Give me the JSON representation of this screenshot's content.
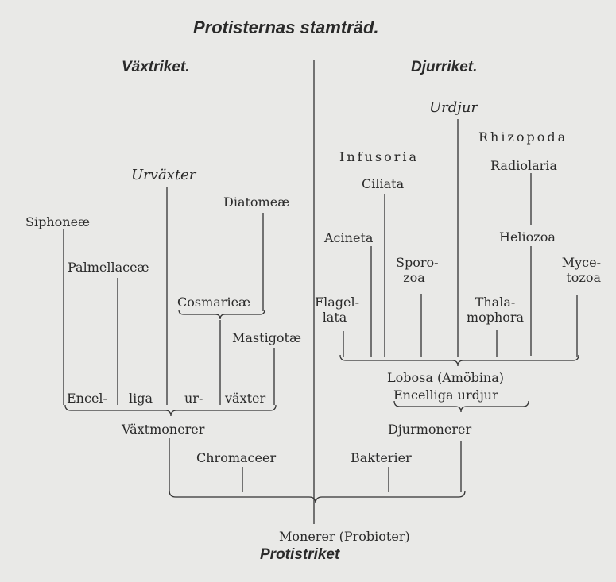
{
  "title": "Protisternas stamträd.",
  "kingdoms": {
    "plants": "Växtriket.",
    "animals": "Djurriket.",
    "protists": "Protistriket"
  },
  "plants": {
    "group": "Urväxter",
    "taxa": [
      "Siphoneæ",
      "Palmellaceæ",
      "Diatomeæ",
      "Cosmarieæ",
      "Mastigotæ"
    ],
    "base_words": [
      "Encel-",
      "liga",
      "ur-",
      "växter"
    ],
    "monera": "Växtmonerer",
    "chromaceer": "Chromaceer"
  },
  "animals": {
    "group": "Urdjur",
    "rhizopoda": "Rhizopoda",
    "infusoria": "Infusoria",
    "radiolaria": "Radiolaria",
    "ciliata": "Ciliata",
    "acineta": "Acineta",
    "heliozoa": "Heliozoa",
    "sporozoa": [
      "Sporo-",
      "zoa"
    ],
    "mycetozoa": [
      "Myce-",
      "tozoa"
    ],
    "flagellata": [
      "Flagel-",
      "lata"
    ],
    "thalamophora": [
      "Thala-",
      "mophora"
    ],
    "lobosa": "Lobosa (Amöbina)",
    "encelliga": "Encelliga urdjur",
    "monera": "Djurmonerer",
    "bakterier": "Bakterier"
  },
  "root": "Monerer (Probioter)"
}
